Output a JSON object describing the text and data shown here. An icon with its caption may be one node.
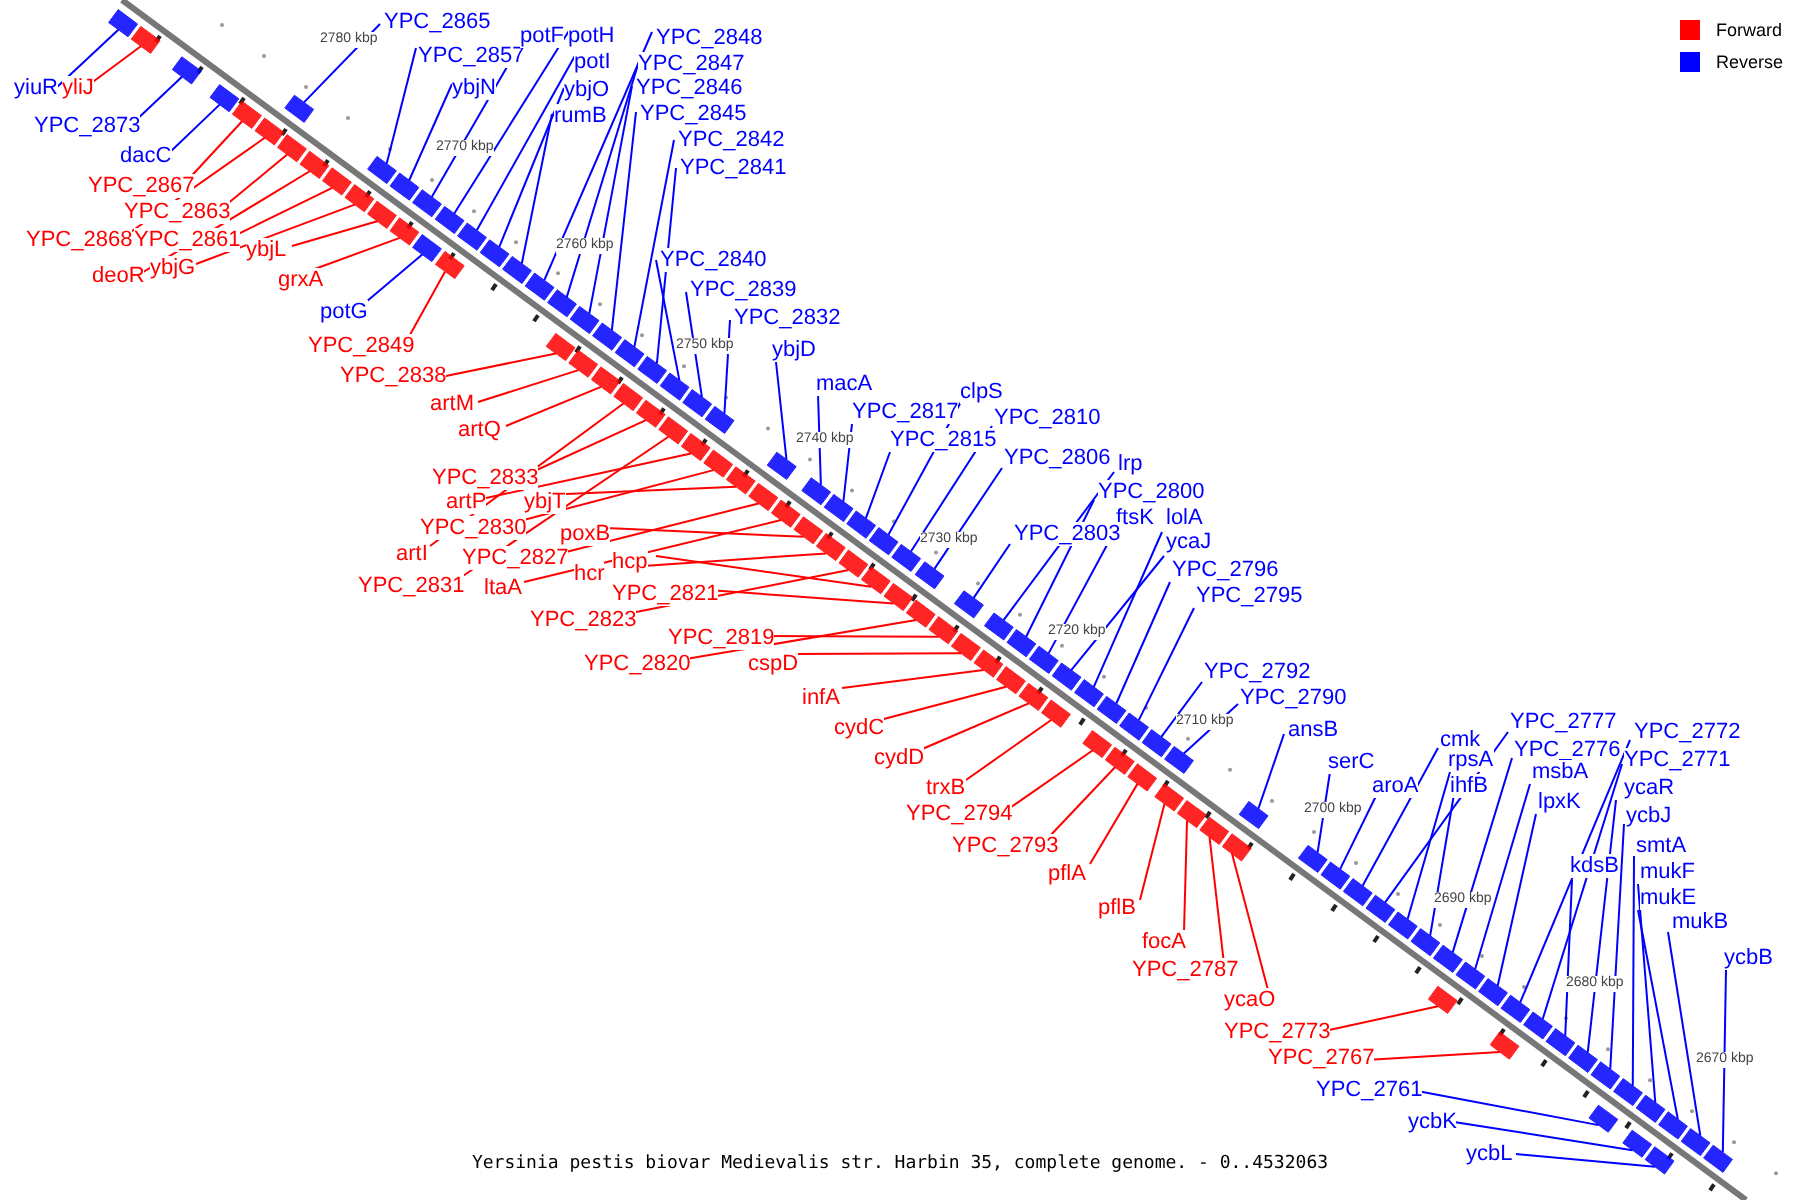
{
  "diagram": {
    "caption": "Yersinia pestis biovar Medievalis str. Harbin 35, complete genome. - 0..4532063",
    "nodes": [
      {
        "text": [
          "yiuR"
        ]
      },
      {
        "text": [
          "yliJ"
        ]
      },
      {
        "text": [
          "YPC_2865"
        ]
      },
      {
        "text": [
          "YPC_2857"
        ]
      },
      {
        "text": [
          "potF"
        ]
      },
      {
        "text": [
          "potH"
        ]
      },
      {
        "text": [
          "YPC_2848"
        ]
      },
      {
        "text": [
          "potI"
        ]
      },
      {
        "text": [
          "YPC_2847"
        ]
      },
      {
        "text": [
          "ybjN"
        ]
      },
      {
        "text": [
          "ybjO"
        ]
      },
      {
        "text": [
          "YPC_2846"
        ]
      },
      {
        "text": [
          "YPC_2845"
        ]
      },
      {
        "text": [
          "rumB"
        ]
      },
      {
        "text": [
          "YPC_2873"
        ]
      },
      {
        "text": [
          "YPC_2842"
        ]
      },
      {
        "text": [
          "YPC_2841"
        ]
      },
      {
        "text": [
          "dacC"
        ]
      },
      {
        "text": [
          "YPC_2867"
        ]
      },
      {
        "text": [
          "YPC_2863"
        ]
      },
      {
        "text": [
          "YPC_2868"
        ]
      },
      {
        "text": [
          "YPC_2861"
        ]
      },
      {
        "text": [
          "ybjL"
        ]
      },
      {
        "text": [
          "ybjG"
        ]
      },
      {
        "text": [
          "deoR"
        ]
      },
      {
        "text": [
          "grxA"
        ]
      },
      {
        "text": [
          "YPC_2840"
        ]
      },
      {
        "text": [
          "YPC_2839"
        ]
      },
      {
        "text": [
          "potG"
        ]
      },
      {
        "text": [
          "YPC_2832"
        ]
      },
      {
        "text": [
          "YPC_2849"
        ]
      },
      {
        "text": [
          "ybjD"
        ]
      },
      {
        "text": [
          "YPC_2838"
        ]
      },
      {
        "text": [
          "macA"
        ]
      },
      {
        "text": [
          "clpS"
        ]
      },
      {
        "text": [
          "artM"
        ]
      },
      {
        "text": [
          "YPC_2817"
        ]
      },
      {
        "text": [
          "YPC_2810"
        ]
      },
      {
        "text": [
          "artQ"
        ]
      },
      {
        "text": [
          "YPC_2815"
        ]
      },
      {
        "text": [
          "YPC_2806"
        ]
      },
      {
        "text": [
          "lrp"
        ]
      },
      {
        "text": [
          "YPC_2833"
        ]
      },
      {
        "text": [
          "YPC_2800"
        ]
      },
      {
        "text": [
          "artP"
        ]
      },
      {
        "text": [
          "ybjT"
        ]
      },
      {
        "text": [
          "ftsK"
        ]
      },
      {
        "text": [
          "lolA"
        ]
      },
      {
        "text": [
          "YPC_2830"
        ]
      },
      {
        "text": [
          "YPC_2803"
        ]
      },
      {
        "text": [
          "poxB"
        ]
      },
      {
        "text": [
          "ycaJ"
        ]
      },
      {
        "text": [
          "artI"
        ]
      },
      {
        "text": [
          "YPC_2827"
        ]
      },
      {
        "text": [
          "hcp"
        ]
      },
      {
        "text": [
          "YPC_2796"
        ]
      },
      {
        "text": [
          "hcr"
        ]
      },
      {
        "text": [
          "YPC_2831"
        ]
      },
      {
        "text": [
          "ltaA"
        ]
      },
      {
        "text": [
          "YPC_2821"
        ]
      },
      {
        "text": [
          "YPC_2795"
        ]
      },
      {
        "text": [
          "YPC_2823"
        ]
      },
      {
        "text": [
          "YPC_2819"
        ]
      },
      {
        "text": [
          "YPC_2820"
        ]
      },
      {
        "text": [
          "cspD"
        ]
      },
      {
        "text": [
          "YPC_2792"
        ]
      },
      {
        "text": [
          "infA"
        ]
      },
      {
        "text": [
          "YPC_2790"
        ]
      },
      {
        "text": [
          "cydC"
        ]
      },
      {
        "text": [
          "ansB"
        ]
      },
      {
        "text": [
          "YPC_2777"
        ]
      },
      {
        "text": [
          "cmk"
        ]
      },
      {
        "text": [
          "YPC_2772"
        ]
      },
      {
        "text": [
          "YPC_2776"
        ]
      },
      {
        "text": [
          "rpsA"
        ]
      },
      {
        "text": [
          "YPC_2771"
        ]
      },
      {
        "text": [
          "serC"
        ]
      },
      {
        "text": [
          "cydD"
        ]
      },
      {
        "text": [
          "msbA"
        ]
      },
      {
        "text": [
          "trxB"
        ]
      },
      {
        "text": [
          "ihfB"
        ]
      },
      {
        "text": [
          "aroA"
        ]
      },
      {
        "text": [
          "ycaR"
        ]
      },
      {
        "text": [
          "lpxK"
        ]
      },
      {
        "text": [
          "YPC_2794"
        ]
      },
      {
        "text": [
          "ycbJ"
        ]
      },
      {
        "text": [
          "smtA"
        ]
      },
      {
        "text": [
          "YPC_2793"
        ]
      },
      {
        "text": [
          "kdsB"
        ]
      },
      {
        "text": [
          "pflA"
        ]
      },
      {
        "text": [
          "mukF"
        ]
      },
      {
        "text": [
          "mukE"
        ]
      },
      {
        "text": [
          "pflB"
        ]
      },
      {
        "text": [
          "mukB"
        ]
      },
      {
        "text": [
          "focA"
        ]
      },
      {
        "text": [
          "ycbB"
        ]
      },
      {
        "text": [
          "YPC_2787"
        ]
      },
      {
        "text": [
          "ycaO"
        ]
      },
      {
        "text": [
          "YPC_2773"
        ]
      },
      {
        "text": [
          "YPC_2767"
        ]
      },
      {
        "text": [
          "YPC_2761"
        ]
      },
      {
        "text": [
          "ycbK"
        ]
      },
      {
        "text": [
          "ycbL"
        ]
      },
      {
        "text": [],
        "shape": "box"
      },
      {
        "text": [],
        "shape": "box"
      },
      {
        "text": [],
        "shape": "box"
      },
      {
        "text": [],
        "shape": "box"
      },
      {
        "text": [],
        "shape": "box"
      },
      {
        "text": [],
        "shape": "box"
      },
      {
        "text": [],
        "shape": "box"
      },
      {
        "text": [],
        "shape": "box"
      },
      {
        "text": [],
        "shape": "box"
      },
      {
        "text": [],
        "shape": "box"
      },
      {
        "text": [],
        "shape": "box"
      },
      {
        "text": [],
        "shape": "box"
      },
      {
        "text": [],
        "shape": "box"
      },
      {
        "text": [],
        "shape": "box"
      },
      {
        "text": [],
        "shape": "box"
      },
      {
        "text": [],
        "shape": "box"
      },
      {
        "text": [],
        "shape": "box"
      },
      {
        "text": [],
        "shape": "box"
      },
      {
        "text": [],
        "shape": "box"
      },
      {
        "text": [],
        "shape": "box"
      },
      {
        "text": [],
        "shape": "box"
      },
      {
        "text": [],
        "shape": "box"
      },
      {
        "text": [],
        "shape": "box"
      },
      {
        "text": [],
        "shape": "box"
      },
      {
        "text": [],
        "shape": "box"
      },
      {
        "text": [],
        "shape": "box"
      },
      {
        "text": [],
        "shape": "box"
      },
      {
        "text": [],
        "shape": "box"
      },
      {
        "text": [],
        "shape": "box"
      },
      {
        "text": [],
        "shape": "box"
      },
      {
        "text": [],
        "shape": "box"
      },
      {
        "text": [],
        "shape": "box"
      },
      {
        "text": [],
        "shape": "box"
      },
      {
        "text": [],
        "shape": "box"
      },
      {
        "text": [],
        "shape": "box"
      },
      {
        "text": [],
        "shape": "box"
      },
      {
        "text": [],
        "shape": "box"
      },
      {
        "text": [],
        "shape": "box"
      },
      {
        "text": [],
        "shape": "box"
      },
      {
        "text": [],
        "shape": "box"
      },
      {
        "text": [],
        "shape": "box"
      },
      {
        "text": [],
        "shape": "box"
      },
      {
        "text": [],
        "shape": "box"
      },
      {
        "text": [],
        "shape": "box"
      },
      {
        "text": [],
        "shape": "box"
      },
      {
        "text": [],
        "shape": "box"
      },
      {
        "text": [],
        "shape": "box"
      },
      {
        "text": [],
        "shape": "box"
      },
      {
        "text": [],
        "shape": "box"
      },
      {
        "text": [],
        "shape": "box"
      },
      {
        "text": [],
        "shape": "box"
      },
      {
        "text": [],
        "shape": "box"
      },
      {
        "text": [],
        "shape": "box"
      },
      {
        "text": [],
        "shape": "box"
      },
      {
        "text": [],
        "shape": "box"
      },
      {
        "text": [],
        "shape": "box"
      },
      {
        "text": [],
        "shape": "box"
      },
      {
        "text": [],
        "shape": "box"
      },
      {
        "text": [],
        "shape": "box"
      },
      {
        "text": [],
        "shape": "box"
      },
      {
        "text": [],
        "shape": "box"
      },
      {
        "text": [],
        "shape": "box"
      },
      {
        "text": [],
        "shape": "box"
      },
      {
        "text": [],
        "shape": "box"
      },
      {
        "text": [],
        "shape": "box"
      },
      {
        "text": [],
        "shape": "box"
      },
      {
        "text": [],
        "shape": "box"
      },
      {
        "text": [],
        "shape": "box"
      },
      {
        "text": [],
        "shape": "box"
      },
      {
        "text": [],
        "shape": "box"
      },
      {
        "text": [],
        "shape": "box"
      },
      {
        "text": [],
        "shape": "box"
      },
      {
        "text": [],
        "shape": "box"
      },
      {
        "text": [],
        "shape": "box"
      },
      {
        "text": [],
        "shape": "box"
      },
      {
        "text": [],
        "shape": "box"
      },
      {
        "text": [],
        "shape": "box"
      },
      {
        "text": [],
        "shape": "box"
      },
      {
        "text": [],
        "shape": "box"
      },
      {
        "text": [],
        "shape": "box"
      },
      {
        "text": [],
        "shape": "box"
      },
      {
        "text": [],
        "shape": "box"
      },
      {
        "text": [],
        "shape": "box"
      },
      {
        "text": [],
        "shape": "box"
      },
      {
        "text": [],
        "shape": "box"
      },
      {
        "text": [],
        "shape": "box"
      },
      {
        "text": [],
        "shape": "box"
      },
      {
        "text": [],
        "shape": "box"
      },
      {
        "text": [],
        "shape": "box"
      },
      {
        "text": [],
        "shape": "box"
      },
      {
        "text": [],
        "shape": "box"
      },
      {
        "text": [],
        "shape": "box"
      },
      {
        "text": [],
        "shape": "box"
      },
      {
        "text": [],
        "shape": "box"
      },
      {
        "text": [],
        "shape": "box"
      },
      {
        "text": [],
        "shape": "box"
      },
      {
        "text": [],
        "shape": "box"
      },
      {
        "text": [],
        "shape": "box"
      },
      {
        "text": [],
        "shape": "box"
      },
      {
        "text": [],
        "shape": "box"
      },
      {
        "text": [],
        "shape": "box"
      },
      {
        "text": [],
        "shape": "box"
      },
      {
        "text": [],
        "shape": "box"
      }
    ],
    "edges": [
      {
        "from": 0,
        "to": 103,
        "arrow": "none"
      },
      {
        "from": 1,
        "to": 104,
        "arrow": "none",
        "color": "#ff0000"
      },
      {
        "from": 2,
        "to": 105,
        "arrow": "none"
      },
      {
        "from": 3,
        "to": 106,
        "arrow": "none"
      },
      {
        "from": 4,
        "to": 107,
        "arrow": "none"
      },
      {
        "from": 5,
        "to": 108,
        "arrow": "none"
      },
      {
        "from": 6,
        "to": 109,
        "arrow": "none"
      },
      {
        "from": 7,
        "to": 110,
        "arrow": "none"
      },
      {
        "from": 8,
        "to": 111,
        "arrow": "none"
      },
      {
        "from": 9,
        "to": 112,
        "arrow": "none"
      },
      {
        "from": 10,
        "to": 113,
        "arrow": "none"
      },
      {
        "from": 11,
        "to": 114,
        "arrow": "none"
      },
      {
        "from": 12,
        "to": 115,
        "arrow": "none"
      },
      {
        "from": 13,
        "to": 116,
        "arrow": "none"
      },
      {
        "from": 14,
        "to": 117,
        "arrow": "none"
      },
      {
        "from": 15,
        "to": 118,
        "arrow": "none"
      },
      {
        "from": 16,
        "to": 119,
        "arrow": "none"
      },
      {
        "from": 17,
        "to": 120,
        "arrow": "none"
      },
      {
        "from": 18,
        "to": 121,
        "arrow": "none",
        "color": "#ff0000"
      },
      {
        "from": 19,
        "to": 122,
        "arrow": "none",
        "color": "#ff0000"
      },
      {
        "from": 20,
        "to": 123,
        "arrow": "none",
        "color": "#ff0000"
      },
      {
        "from": 21,
        "to": 124,
        "arrow": "none",
        "color": "#ff0000"
      },
      {
        "from": 22,
        "to": 125,
        "arrow": "none",
        "color": "#ff0000"
      },
      {
        "from": 23,
        "to": 126,
        "arrow": "none",
        "color": "#ff0000"
      },
      {
        "from": 24,
        "to": 127,
        "arrow": "none",
        "color": "#ff0000"
      },
      {
        "from": 25,
        "to": 128,
        "arrow": "none",
        "color": "#ff0000"
      },
      {
        "from": 26,
        "to": 129,
        "arrow": "none"
      },
      {
        "from": 27,
        "to": 130,
        "arrow": "none"
      },
      {
        "from": 28,
        "to": 131,
        "arrow": "none"
      },
      {
        "from": 29,
        "to": 132,
        "arrow": "none"
      },
      {
        "from": 30,
        "to": 133,
        "arrow": "none",
        "color": "#ff0000"
      },
      {
        "from": 31,
        "to": 134,
        "arrow": "none"
      },
      {
        "from": 32,
        "to": 135,
        "arrow": "none",
        "color": "#ff0000"
      },
      {
        "from": 33,
        "to": 136,
        "arrow": "none"
      },
      {
        "from": 34,
        "to": 137,
        "arrow": "none"
      },
      {
        "from": 35,
        "to": 138,
        "arrow": "none",
        "color": "#ff0000"
      },
      {
        "from": 36,
        "to": 139,
        "arrow": "none"
      },
      {
        "from": 37,
        "to": 140,
        "arrow": "none"
      },
      {
        "from": 38,
        "to": 141,
        "arrow": "none",
        "color": "#ff0000"
      },
      {
        "from": 39,
        "to": 142,
        "arrow": "none"
      },
      {
        "from": 40,
        "to": 143,
        "arrow": "none"
      },
      {
        "from": 41,
        "to": 144,
        "arrow": "none"
      },
      {
        "from": 42,
        "to": 145,
        "arrow": "none",
        "color": "#ff0000"
      },
      {
        "from": 43,
        "to": 146,
        "arrow": "none"
      },
      {
        "from": 44,
        "to": 147,
        "arrow": "none",
        "color": "#ff0000"
      },
      {
        "from": 45,
        "to": 148,
        "arrow": "none",
        "color": "#ff0000"
      },
      {
        "from": 46,
        "to": 149,
        "arrow": "none"
      },
      {
        "from": 47,
        "to": 150,
        "arrow": "none"
      },
      {
        "from": 48,
        "to": 151,
        "arrow": "none",
        "color": "#ff0000"
      },
      {
        "from": 49,
        "to": 152,
        "arrow": "none"
      },
      {
        "from": 50,
        "to": 153,
        "arrow": "none",
        "color": "#ff0000"
      },
      {
        "from": 51,
        "to": 154,
        "arrow": "none"
      },
      {
        "from": 52,
        "to": 155,
        "arrow": "none",
        "color": "#ff0000"
      },
      {
        "from": 53,
        "to": 156,
        "arrow": "none",
        "color": "#ff0000"
      },
      {
        "from": 54,
        "to": 157,
        "arrow": "none",
        "color": "#ff0000"
      },
      {
        "from": 55,
        "to": 158,
        "arrow": "none"
      },
      {
        "from": 56,
        "to": 159,
        "arrow": "none",
        "color": "#ff0000"
      },
      {
        "from": 57,
        "to": 160,
        "arrow": "none",
        "color": "#ff0000"
      },
      {
        "from": 58,
        "to": 161,
        "arrow": "none",
        "color": "#ff0000"
      },
      {
        "from": 59,
        "to": 162,
        "arrow": "none",
        "color": "#ff0000"
      },
      {
        "from": 60,
        "to": 163,
        "arrow": "none"
      },
      {
        "from": 61,
        "to": 164,
        "arrow": "none",
        "color": "#ff0000"
      },
      {
        "from": 62,
        "to": 165,
        "arrow": "none",
        "color": "#ff0000"
      },
      {
        "from": 63,
        "to": 166,
        "arrow": "none",
        "color": "#ff0000"
      },
      {
        "from": 64,
        "to": 167,
        "arrow": "none",
        "color": "#ff0000"
      },
      {
        "from": 65,
        "to": 168,
        "arrow": "none"
      },
      {
        "from": 66,
        "to": 169,
        "arrow": "none",
        "color": "#ff0000"
      },
      {
        "from": 67,
        "to": 170,
        "arrow": "none"
      },
      {
        "from": 68,
        "to": 171,
        "arrow": "none",
        "color": "#ff0000"
      },
      {
        "from": 69,
        "to": 172,
        "arrow": "none"
      },
      {
        "from": 70,
        "to": 173,
        "arrow": "none"
      },
      {
        "from": 71,
        "to": 174,
        "arrow": "none"
      },
      {
        "from": 72,
        "to": 175,
        "arrow": "none"
      },
      {
        "from": 73,
        "to": 176,
        "arrow": "none"
      },
      {
        "from": 74,
        "to": 177,
        "arrow": "none"
      },
      {
        "from": 75,
        "to": 178,
        "arrow": "none"
      },
      {
        "from": 76,
        "to": 179,
        "arrow": "none"
      },
      {
        "from": 77,
        "to": 180,
        "arrow": "none",
        "color": "#ff0000"
      },
      {
        "from": 78,
        "to": 181,
        "arrow": "none"
      },
      {
        "from": 79,
        "to": 182,
        "arrow": "none",
        "color": "#ff0000"
      },
      {
        "from": 80,
        "to": 183,
        "arrow": "none"
      },
      {
        "from": 81,
        "to": 184,
        "arrow": "none"
      },
      {
        "from": 82,
        "to": 185,
        "arrow": "none"
      },
      {
        "from": 83,
        "to": 186,
        "arrow": "none"
      },
      {
        "from": 84,
        "to": 187,
        "arrow": "none",
        "color": "#ff0000"
      },
      {
        "from": 85,
        "to": 188,
        "arrow": "none"
      },
      {
        "from": 86,
        "to": 189,
        "arrow": "none"
      },
      {
        "from": 87,
        "to": 190,
        "arrow": "none",
        "color": "#ff0000"
      },
      {
        "from": 88,
        "to": 191,
        "arrow": "none"
      },
      {
        "from": 89,
        "to": 192,
        "arrow": "none",
        "color": "#ff0000"
      },
      {
        "from": 90,
        "to": 193,
        "arrow": "none"
      },
      {
        "from": 91,
        "to": 194,
        "arrow": "none"
      },
      {
        "from": 92,
        "to": 195,
        "arrow": "none",
        "color": "#ff0000"
      },
      {
        "from": 93,
        "to": 196,
        "arrow": "none"
      },
      {
        "from": 94,
        "to": 197,
        "arrow": "none",
        "color": "#ff0000"
      },
      {
        "from": 95,
        "to": 198,
        "arrow": "none"
      },
      {
        "from": 96,
        "to": 199,
        "arrow": "none",
        "color": "#ff0000"
      },
      {
        "from": 97,
        "to": 200,
        "arrow": "none",
        "color": "#ff0000"
      },
      {
        "from": 98,
        "to": 201,
        "arrow": "none",
        "color": "#ff0000"
      },
      {
        "from": 99,
        "to": 202,
        "arrow": "none",
        "color": "#ff0000"
      },
      {
        "from": 100,
        "to": 203,
        "arrow": "none"
      },
      {
        "from": 101,
        "to": 204,
        "arrow": "none"
      },
      {
        "from": 102,
        "to": 205,
        "arrow": "none"
      }
    ],
    "labels": [
      "2780 kbp",
      "2770 kbp",
      "2760 kbp",
      "2750 kbp",
      "2740 kbp",
      "2730 kbp",
      "2720 kbp",
      "2710 kbp",
      "2700 kbp",
      "2690 kbp",
      "2680 kbp",
      "2670 kbp"
    ],
    "legend": [
      {
        "text": "Forward",
        "color": "#ff0000"
      },
      {
        "text": "Reverse",
        "color": "#0000ff"
      }
    ]
  }
}
